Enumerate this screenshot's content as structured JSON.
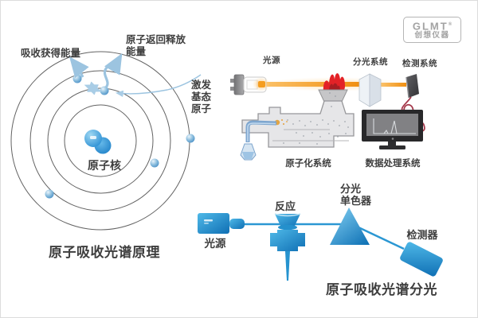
{
  "logo": {
    "brand": "GLMT",
    "registered_mark": "®",
    "subtitle": "创想仪器"
  },
  "atom_diagram": {
    "title": "原子吸收光谱原理",
    "labels": {
      "absorb_energy": "吸收获得能量",
      "release_line1": "原子返回释放",
      "release_line2": "能量",
      "excited_line1": "激发",
      "excited_line2": "基态",
      "excited_line3": "原子",
      "nucleus": "原子核"
    },
    "orbit_count": 4,
    "electron_count": 5
  },
  "instrument_diagram": {
    "labels": {
      "light_source": "光源",
      "spectro_system": "分光系统",
      "detection_system": "检测系统",
      "atomization_system": "原子化系统",
      "data_processing_system": "数据处理系统"
    }
  },
  "optical_diagram": {
    "title": "原子吸收光谱分光",
    "labels": {
      "light_source": "光源",
      "reaction": "反应",
      "monochromator_line1": "分光",
      "monochromator_line2": "单色器",
      "detector": "检测器"
    }
  },
  "colors": {
    "diagram_blue": "#2b97d3",
    "deep_blue": "#0f6fb4",
    "light_blue": "#7fcdf1",
    "arrow_blue": "#9cc4e0",
    "orbit_gray": "#636363",
    "beam_orange": "#f59d20",
    "flame_red": "#e32227",
    "wire_red": "#9b2438",
    "chamber_gray": "#e6e6e8",
    "monitor_gray": "#818184",
    "text_dark": "#3e3e3e",
    "logo_gray": "#a3a3a3"
  }
}
